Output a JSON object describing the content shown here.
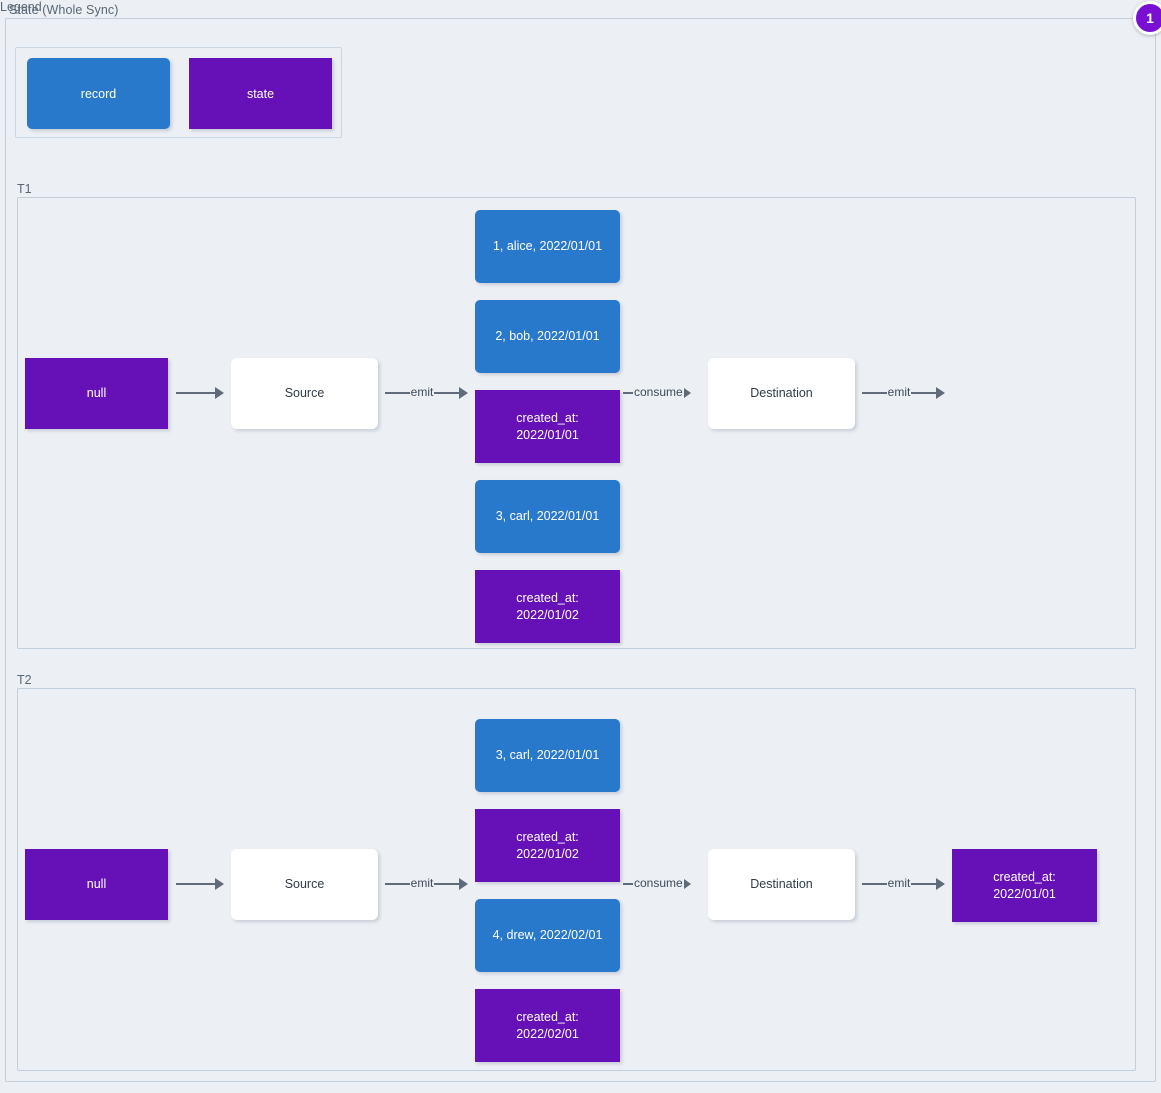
{
  "diagram": {
    "title": "State (Whole Sync)",
    "badge": "1"
  },
  "legend": {
    "label": "Legend",
    "items": [
      {
        "label": "record",
        "kind": "record",
        "color": "#2878cc"
      },
      {
        "label": "state",
        "kind": "state",
        "color": "#6610b8"
      }
    ]
  },
  "panels": [
    {
      "label": "T1",
      "initial_state": "null",
      "source": "Source",
      "destination": "Destination",
      "emit_label": "emit",
      "consume_label": "consume",
      "stream": [
        {
          "kind": "record",
          "text": "1, alice, 2022/01/01"
        },
        {
          "kind": "record",
          "text": "2, bob, 2022/01/01"
        },
        {
          "kind": "state",
          "text": "created_at:\n2022/01/01"
        },
        {
          "kind": "record",
          "text": "3, carl, 2022/01/01"
        },
        {
          "kind": "state",
          "text": "created_at:\n2022/01/02"
        }
      ],
      "final_state": null
    },
    {
      "label": "T2",
      "initial_state": "null",
      "source": "Source",
      "destination": "Destination",
      "emit_label": "emit",
      "consume_label": "consume",
      "stream": [
        {
          "kind": "record",
          "text": "3, carl, 2022/01/01"
        },
        {
          "kind": "state",
          "text": "created_at:\n2022/01/02"
        },
        {
          "kind": "record",
          "text": "4, drew, 2022/02/01"
        },
        {
          "kind": "state",
          "text": "created_at:\n2022/02/01"
        }
      ],
      "final_state": "created_at:\n2022/01/01"
    }
  ]
}
